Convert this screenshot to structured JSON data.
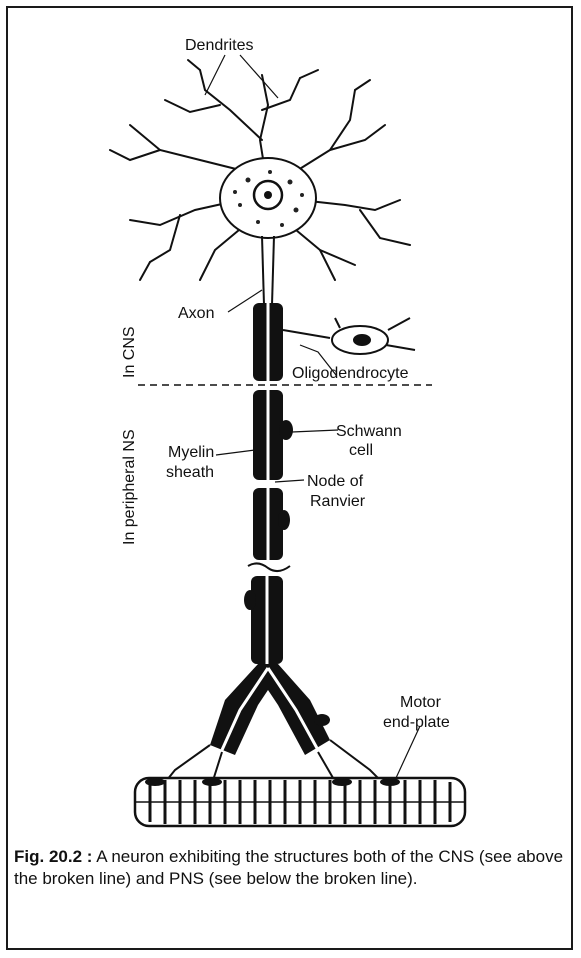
{
  "labels": {
    "dendrites": "Dendrites",
    "axon": "Axon",
    "oligodendrocyte": "Oligodendrocyte",
    "schwann_line1": "Schwann",
    "schwann_line2": "cell",
    "myelin_line1": "Myelin",
    "myelin_line2": "sheath",
    "node_line1": "Node of",
    "node_line2": "Ranvier",
    "motor_line1": "Motor",
    "motor_line2": "end-plate",
    "in_cns": "In CNS",
    "in_pns": "In peripheral NS"
  },
  "caption": {
    "fig_number": "Fig. 20.2 :",
    "text": " A neuron exhibiting the structures both of the CNS (see above the broken line) and PNS (see below the broken line)."
  },
  "colors": {
    "ink": "#111111",
    "background": "#ffffff"
  }
}
